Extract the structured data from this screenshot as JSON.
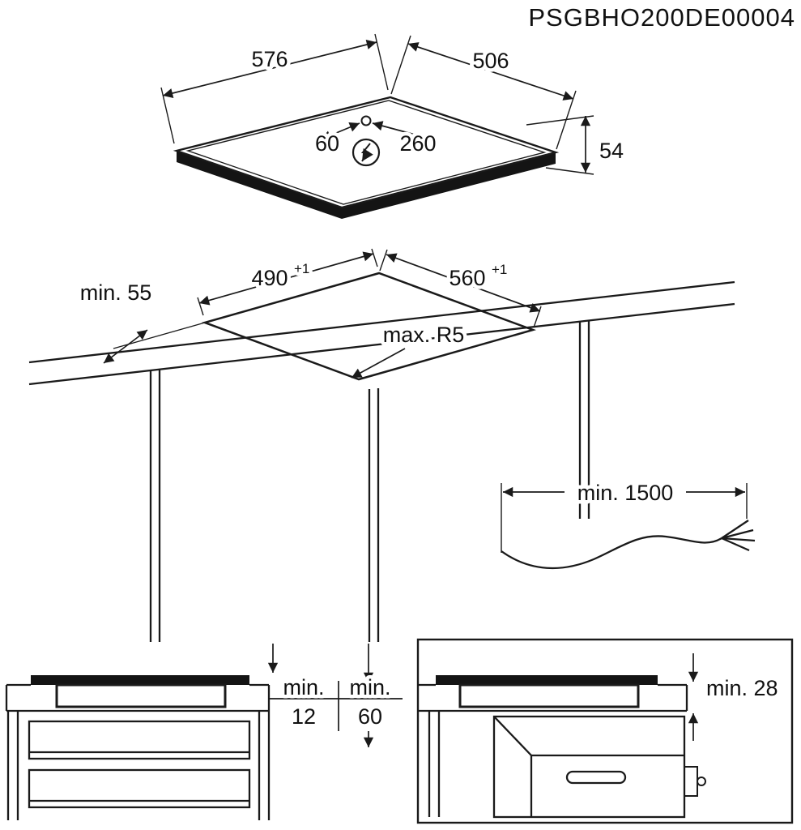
{
  "title": "PSGBHO200DE00004",
  "colors": {
    "ink": "#1a1a1a"
  },
  "hob": {
    "width_mm": "576",
    "depth_mm": "506",
    "height_mm": "54",
    "cable_offset_left_mm": "60",
    "cable_offset_right_mm": "260"
  },
  "cutout": {
    "depth_mm": "490",
    "depth_tolerance": "+1",
    "width_mm": "560",
    "width_tolerance": "+1",
    "min_edge_distance": "min. 55",
    "max_corner_radius": "max. R5"
  },
  "cable": {
    "min_length": "min. 1500"
  },
  "drawer_install": {
    "min_label_a": "min.",
    "gap_a_mm": "12",
    "min_label_b": "min.",
    "gap_b_mm": "60"
  },
  "oven_install": {
    "min_clearance": "min. 28"
  }
}
